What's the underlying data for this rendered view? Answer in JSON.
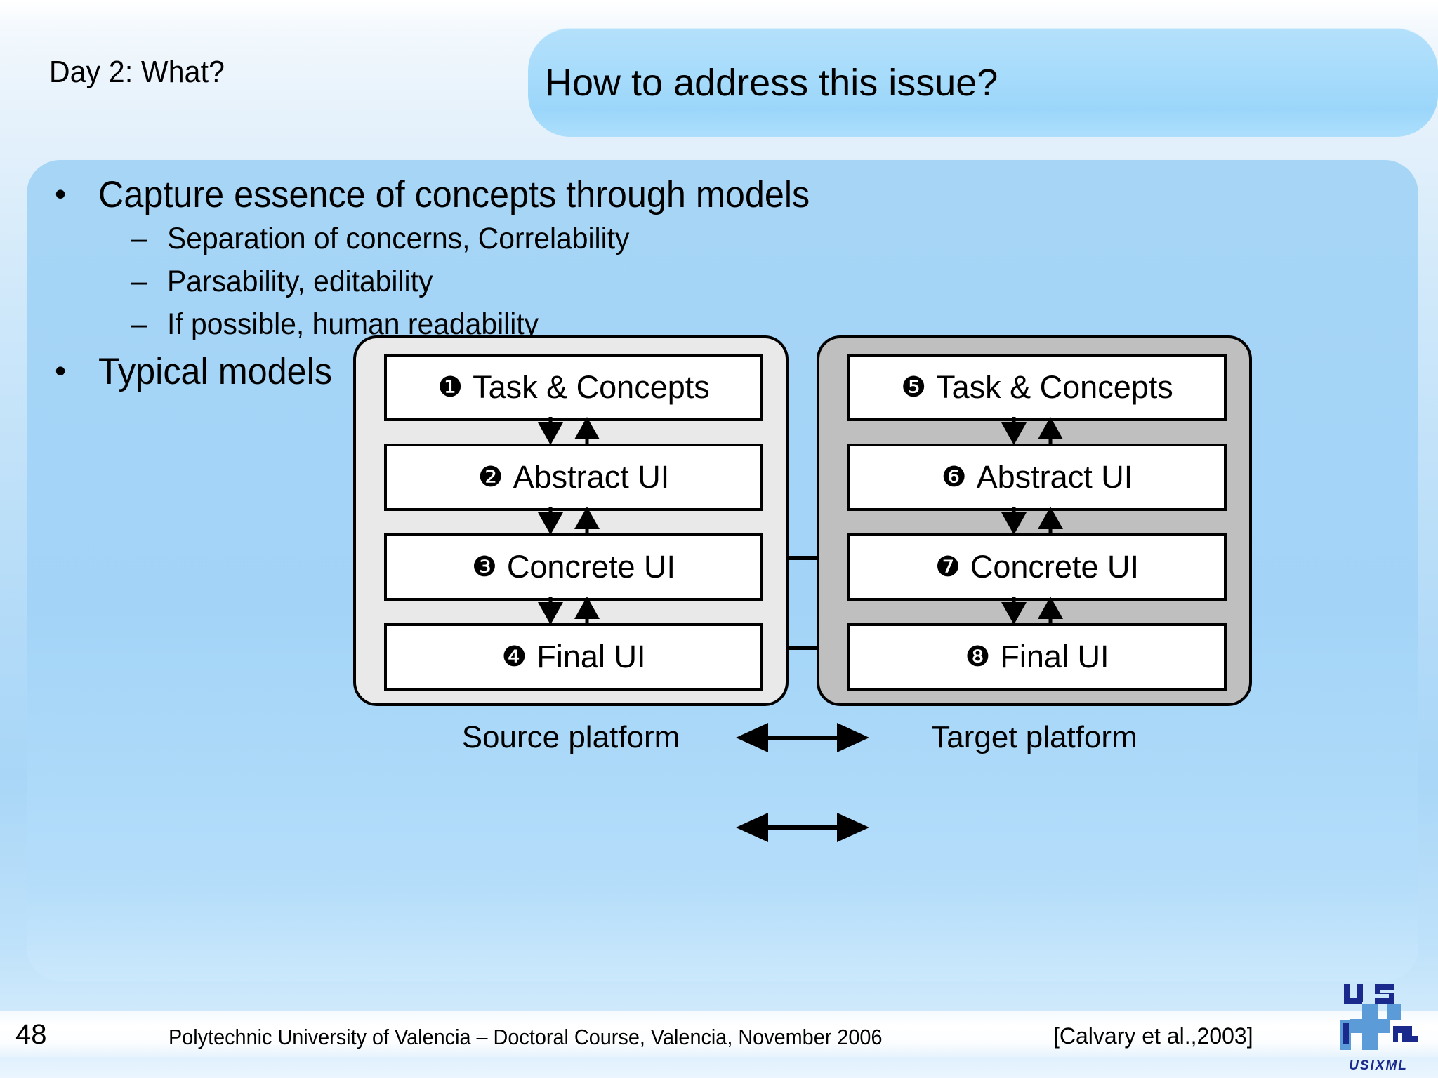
{
  "header": {
    "kicker": "Day 2: What?",
    "title": "How to address this issue?"
  },
  "bullets": [
    {
      "level": 1,
      "marker": "•",
      "text": "Capture essence of concepts through models"
    },
    {
      "level": 2,
      "marker": "–",
      "text": "Separation of concerns, Correlability"
    },
    {
      "level": 2,
      "marker": "–",
      "text": "Parsability, editability"
    },
    {
      "level": 2,
      "marker": "–",
      "text": "If possible, human readability"
    },
    {
      "level": 1,
      "marker": "•",
      "text": "Typical models"
    }
  ],
  "diagram": {
    "source_platform": {
      "label": "Source platform",
      "fill": "#e9e9e9",
      "boxes": [
        {
          "num": "❶",
          "label": "Task & Concepts"
        },
        {
          "num": "❷",
          "label": "Abstract UI"
        },
        {
          "num": "❸",
          "label": "Concrete UI"
        },
        {
          "num": "❹",
          "label": "Final UI"
        }
      ]
    },
    "target_platform": {
      "label": "Target platform",
      "fill": "#bfbfbf",
      "boxes": [
        {
          "num": "❺",
          "label": "Task & Concepts"
        },
        {
          "num": "❻",
          "label": "Abstract UI"
        },
        {
          "num": "❼",
          "label": "Concrete UI"
        },
        {
          "num": "❽",
          "label": "Final UI"
        }
      ]
    }
  },
  "footer": {
    "page_number": "48",
    "course_line": "Polytechnic University of Valencia – Doctoral Course, Valencia, November 2006",
    "citation": "[Calvary et al.,2003]",
    "logo_caption": "USIXML"
  },
  "colors": {
    "slide_bg_top": "#ffffff",
    "slide_bg_mid": "#a9d6f7",
    "banner": "#a8dcfb",
    "body_panel": "#a3d4f7",
    "source_fill": "#e9e9e9",
    "target_fill": "#bfbfbf",
    "box_fill": "#ffffff",
    "stroke": "#000000",
    "logo_dark": "#1a2a8c",
    "logo_light": "#5b9bd8"
  }
}
